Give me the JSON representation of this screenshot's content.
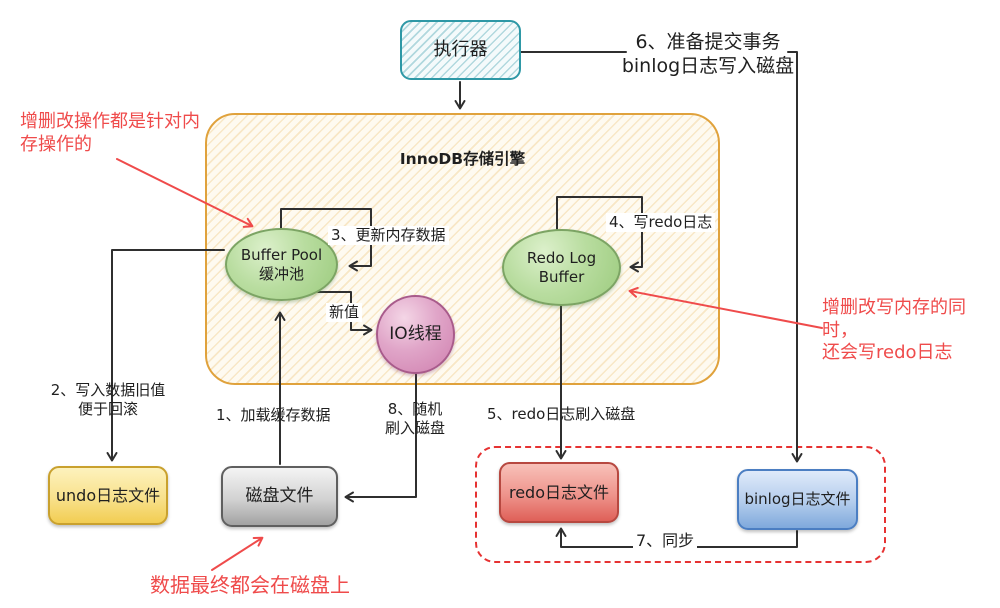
{
  "colors": {
    "annotation_red": "#ef4b4b",
    "dashed_group_red": "#e63232",
    "line_black": "#2f2f2f",
    "executor_border_teal": "#2e98a6",
    "innodb_border_orange": "#e0a23c",
    "buffer_green": "#9ccb7e",
    "io_thread_pink": "#cf7fae",
    "undo_yellow": "#f2cd52",
    "disk_gray": "#a2a2a2",
    "redo_file_red": "#df6058",
    "binlog_file_blue": "#7fa9dc"
  },
  "nodes": {
    "executor": "执行器",
    "innodb_title": "InnoDB存储引擎",
    "buffer_pool": "Buffer Pool\n缓冲池",
    "redo_log_buffer": "Redo Log\nBuffer",
    "io_thread": "IO线程",
    "undo_file": "undo日志文件",
    "disk_file": "磁盘文件",
    "redo_file": "redo日志文件",
    "binlog_file": "binlog日志文件"
  },
  "steps": {
    "step1": "1、加载缓存数据",
    "step2": "2、写入数据旧值\n便于回滚",
    "step3": "3、更新内存数据",
    "step4": "4、写redo日志",
    "step5": "5、redo日志刷入磁盘",
    "step6": "6、准备提交事务\nbinlog日志写入磁盘",
    "step7": "7、同步",
    "step8": "8、随机\n刷入磁盘",
    "new_value": "新值"
  },
  "annotations": {
    "memory_note": "增删改操作都是针对内\n存操作的",
    "redo_note": "增删改写内存的同时，\n还会写redo日志",
    "disk_note": "数据最终都会在磁盘上"
  }
}
